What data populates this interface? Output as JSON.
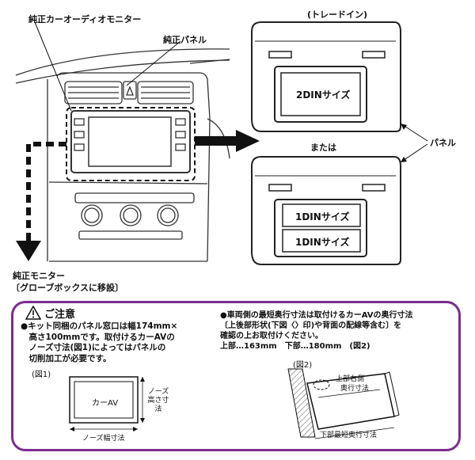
{
  "labels": {
    "oem_monitor": "純正カーオーディオモニター",
    "oem_panel": "純正パネル",
    "tray_type": "(トレードイン)",
    "din2": "2DINサイズ",
    "or": "または",
    "panel": "パネル",
    "din1a": "1DINサイズ",
    "din1b": "1DINサイズ",
    "move_title": "純正モニター",
    "move_sub": "〔グローブボックスに移設〕"
  },
  "caution": {
    "title": "ご注意",
    "left_lines": [
      "●キット同梱のパネル窓口は幅174mm×",
      "　高さ100mmです。取付けるカーAVの",
      "　ノーズ寸法(図1)によってはパネルの",
      "　切削加工が必要です。"
    ],
    "right_lines": [
      "●車両側の最短奥行寸法は取付けるカーAVの奥行寸法",
      "〔上後部形状(下図〈〉印)や背面の配線等含む〕を",
      "確認の上お取付けください。",
      "上部…163mm　下部…180mm　(図2)"
    ],
    "fig1_caption": "(図1)",
    "fig1_box": "カーAV",
    "fig1_height": "ノーズ高さ寸法",
    "fig1_width": "ノーズ幅寸法",
    "fig2_caption": "(図2)",
    "fig2_top_a": "上部右側",
    "fig2_top_b": "奥行寸法",
    "fig2_bottom": "下部最短奥行寸法"
  }
}
